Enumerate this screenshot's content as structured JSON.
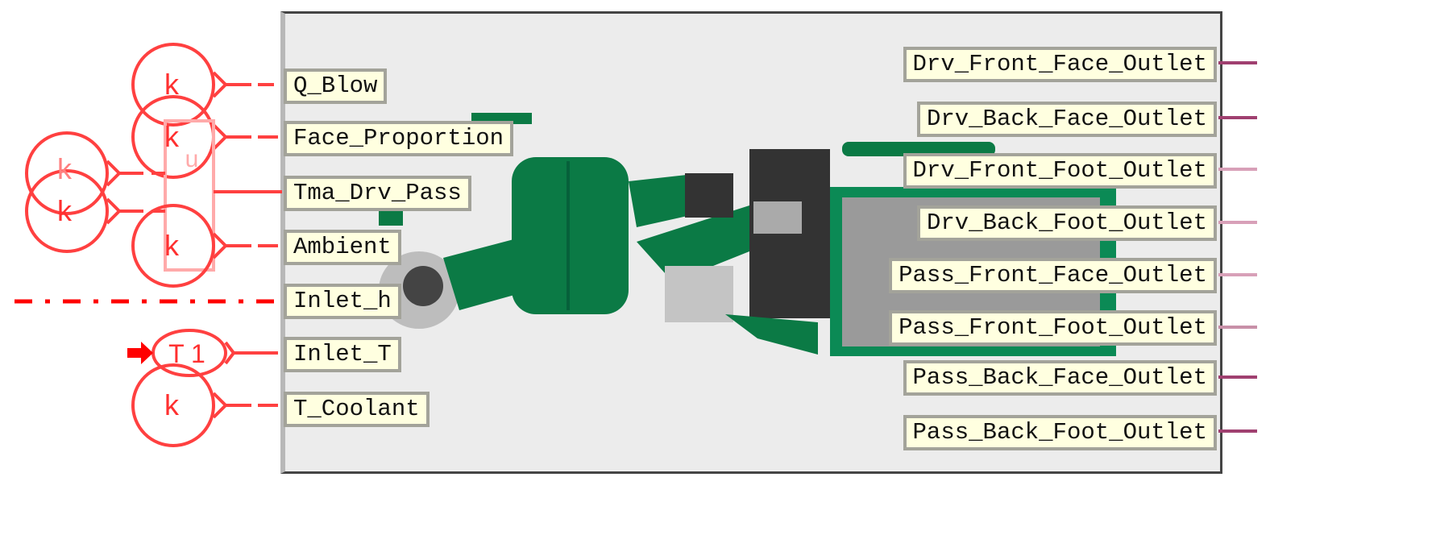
{
  "block": {
    "inputs": [
      "Q_Blow",
      "Face_Proportion",
      "Tma_Drv_Pass",
      "Ambient",
      "Inlet_h",
      "Inlet_T",
      "T_Coolant"
    ],
    "outputs": [
      "Drv_Front_Face_Outlet",
      "Drv_Back_Face_Outlet",
      "Drv_Front_Foot_Outlet",
      "Drv_Back_Foot_Outlet",
      "Pass_Front_Face_Outlet",
      "Pass_Front_Foot_Outlet",
      "Pass_Back_Face_Outlet",
      "Pass_Back_Foot_Outlet"
    ]
  },
  "sources": {
    "constant_label": "k",
    "constant_overlay": "u",
    "table_label": "T 1"
  },
  "colors": {
    "wire": "#ff3333",
    "label_fill": "#ffffe0",
    "graphic_green": "#0b7a45",
    "output_line": "#a04070"
  }
}
